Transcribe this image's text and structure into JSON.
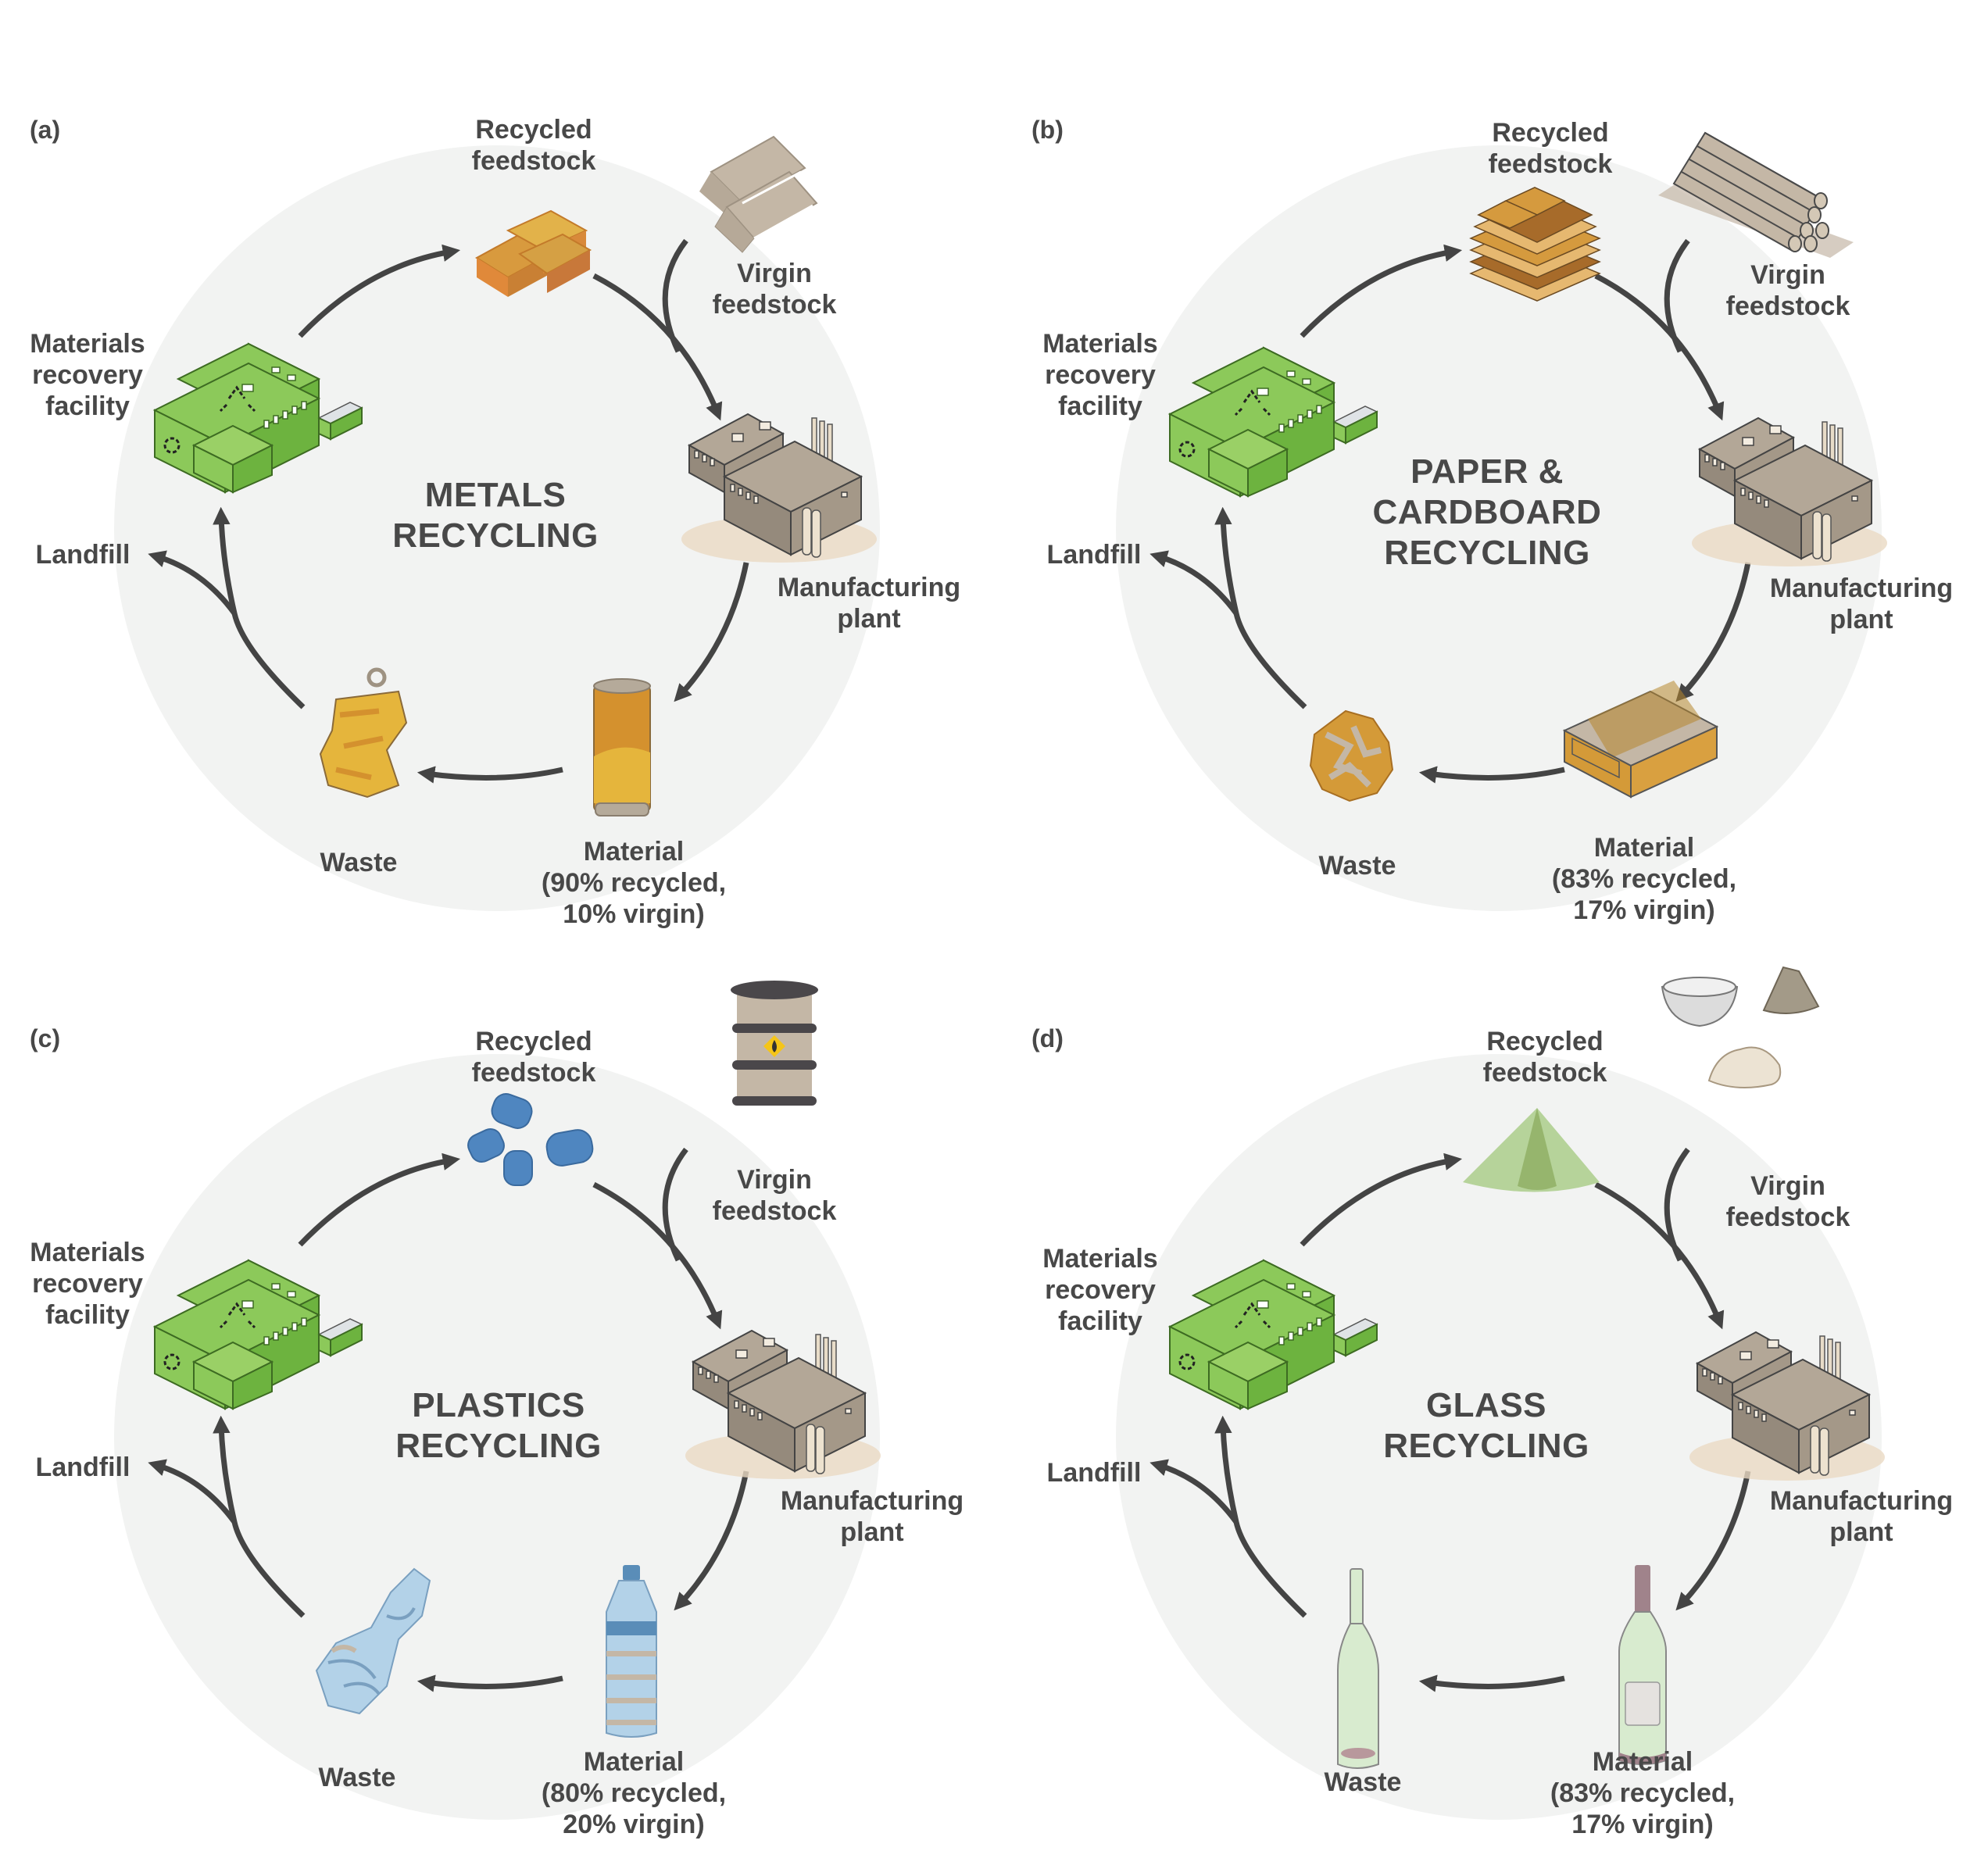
{
  "figure": {
    "colors": {
      "circle_bg": "#f2f3f2",
      "text": "#484848",
      "arrow": "#444444",
      "mrf_green_top": "#8cc95a",
      "mrf_green_side": "#6db33f",
      "plant_top": "#b3a797",
      "plant_side": "#958a7c"
    },
    "panels": [
      {
        "id": "(a)",
        "title": "METALS\nRECYCLING",
        "recycled_feedstock_label": "Recycled\nfeedstock",
        "virgin_feedstock_label": "Virgin\nfeedstock",
        "mrf_label": "Materials\nrecovery\nfacility",
        "plant_label": "Manufacturing\nplant",
        "material_label": "Material\n(90% recycled,\n10% virgin)",
        "waste_label": "Waste",
        "landfill_label": "Landfill",
        "recycled_pct": 90,
        "virgin_pct": 10,
        "icons": {
          "recycled_feedstock": "gold-metal-ingots-icon",
          "virgin_feedstock": "grey-metal-ingots-icon",
          "material": "aluminium-can-icon",
          "waste": "crushed-can-icon"
        }
      },
      {
        "id": "(b)",
        "title": "PAPER &\nCARDBOARD\nRECYCLING",
        "recycled_feedstock_label": "Recycled\nfeedstock",
        "virgin_feedstock_label": "Virgin\nfeedstock",
        "mrf_label": "Materials\nrecovery\nfacility",
        "plant_label": "Manufacturing\nplant",
        "material_label": "Material\n(83% recycled,\n17% virgin)",
        "waste_label": "Waste",
        "landfill_label": "Landfill",
        "recycled_pct": 83,
        "virgin_pct": 17,
        "icons": {
          "recycled_feedstock": "cardboard-bale-icon",
          "virgin_feedstock": "log-pile-icon",
          "material": "cardboard-box-icon",
          "waste": "crumpled-paper-icon"
        }
      },
      {
        "id": "(c)",
        "title": "PLASTICS\nRECYCLING",
        "recycled_feedstock_label": "Recycled\nfeedstock",
        "virgin_feedstock_label": "Virgin\nfeedstock",
        "mrf_label": "Materials\nrecovery\nfacility",
        "plant_label": "Manufacturing\nplant",
        "material_label": "Material\n(80% recycled,\n20% virgin)",
        "waste_label": "Waste",
        "landfill_label": "Landfill",
        "recycled_pct": 80,
        "virgin_pct": 20,
        "icons": {
          "recycled_feedstock": "plastic-pellets-icon",
          "virgin_feedstock": "oil-barrel-icon",
          "material": "plastic-bottle-icon",
          "waste": "crushed-bottle-icon"
        }
      },
      {
        "id": "(d)",
        "title": "GLASS\nRECYCLING",
        "recycled_feedstock_label": "Recycled\nfeedstock",
        "virgin_feedstock_label": "Virgin\nfeedstock",
        "mrf_label": "Materials\nrecovery\nfacility",
        "plant_label": "Manufacturing\nplant",
        "material_label": "Material\n(83% recycled,\n17% virgin)",
        "waste_label": "Waste",
        "landfill_label": "Landfill",
        "recycled_pct": 83,
        "virgin_pct": 17,
        "icons": {
          "recycled_feedstock": "crushed-glass-cullet-pile-icon",
          "virgin_feedstock": "sand-soda-limestone-icon",
          "material": "wine-bottle-icon",
          "waste": "empty-glass-bottle-icon"
        }
      }
    ]
  }
}
